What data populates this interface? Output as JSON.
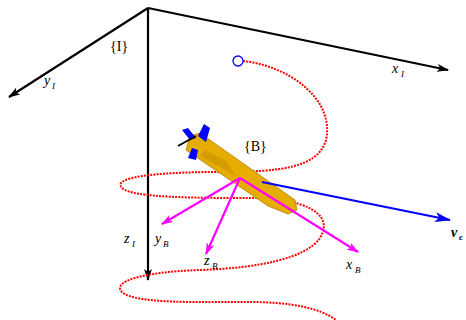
{
  "diagram": {
    "labels": [
      "{I}",
      "x",
      "I",
      "y",
      "I",
      "z",
      "I",
      "{B}",
      "y",
      "B",
      "z",
      "B",
      "x",
      "B",
      "v",
      "ϵ"
    ]
  }
}
